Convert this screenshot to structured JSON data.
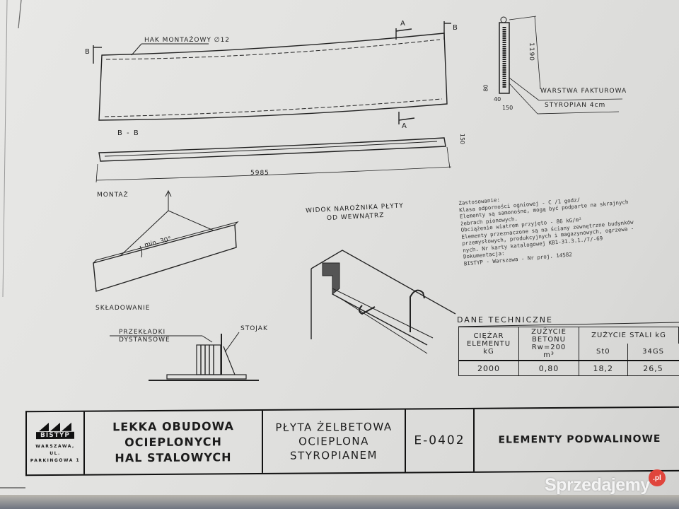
{
  "drawing": {
    "elevation": {
      "hook_label": "HAK MONTAŻOWY ∅12",
      "section_marks": [
        "A",
        "A",
        "B",
        "B"
      ]
    },
    "section_a": {
      "height_dim": "1190",
      "dim_80": "80",
      "dim_40": "40",
      "dim_150": "150",
      "layer_1": "WARSTWA FAKTUROWA",
      "layer_2": "STYROPIAN 4cm"
    },
    "section_bb": {
      "title": "B - B",
      "length_dim": "5985",
      "thickness_dim": "150"
    },
    "montaz": {
      "title": "MONTAŻ",
      "angle_label": "min. 30°"
    },
    "skladowanie": {
      "title": "SKŁADOWANIE",
      "spacers_line1": "PRZEKŁADKI",
      "spacers_line2": "DYSTANSOWE",
      "rack": "STOJAK"
    },
    "corner_view": {
      "title_line1": "WIDOK NAROŻNIKA PŁYTY",
      "title_line2": "OD WEWNĄTRZ"
    },
    "notes": [
      "Zastosowanie:",
      "Klasa odporności ogniowej - C /1 godz/",
      "Elementy są samonośne, mogą być podparte na skrajnych",
      "żebrach pionowych.",
      "Obciążenie wiatrem przyjęto - 86 kG/m²",
      "Elementy przeznaczone są na ściany zewnętrzne budynków",
      "przemysłowych, produkcyjnych i magazynowych, ogrzewa -",
      "nych. Nr karty katalogowej KB1-31.3.1./7/-69",
      "Dokumentacja:",
      "BISTYP - Warszawa - Nr proj. 14582"
    ]
  },
  "technical_data": {
    "title": "DANE TECHNICZNE",
    "headers": {
      "weight": "CIĘŻAR ELEMENTU",
      "weight_unit": "kG",
      "concrete": "ZUŻYCIE BETONU",
      "concrete_grade": "Rw=200",
      "concrete_unit": "m³",
      "steel": "ZUŻYCIE STALI kG",
      "steel_st0": "St0",
      "steel_34gs": "34GS"
    },
    "values": {
      "weight": "2000",
      "concrete": "0,80",
      "steel_st0": "18,2",
      "steel_34gs": "26,5"
    }
  },
  "title_block": {
    "logo_name": "BISTYP",
    "address_line1": "WARSZAWA,",
    "address_line2": "UL. PARKINGOWA 1",
    "project": [
      "LEKKA OBUDOWA",
      "OCIEPLONYCH",
      "HAL STALOWYCH"
    ],
    "element": [
      "PŁYTA ŻELBETOWA",
      "OCIEPLONA",
      "STYROPIANEM"
    ],
    "code": "E-0402",
    "category": "ELEMENTY PODWALINOWE"
  },
  "watermark": {
    "brand": "Sprzedajemy",
    "badge": ".pl"
  }
}
